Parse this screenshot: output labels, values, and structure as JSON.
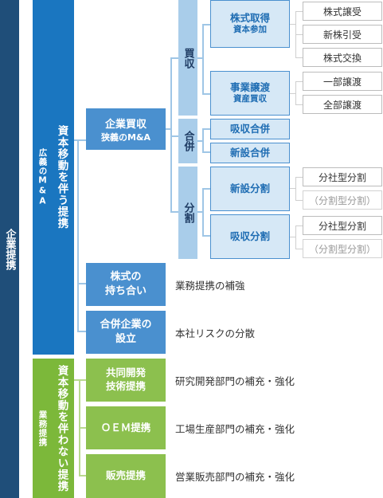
{
  "root": {
    "label": "企業提携"
  },
  "group_a": {
    "main": "資本移動を伴う提携",
    "sub": "広義のM&A"
  },
  "group_b": {
    "main": "資本移動を伴わない提携",
    "sub": "業務提携"
  },
  "ma": {
    "title": "企業買収",
    "subtitle": "狭義のM&A"
  },
  "categories": {
    "buy": "買収",
    "merge": "合併",
    "split": "分割"
  },
  "buy": {
    "stock": {
      "title": "株式取得",
      "subtitle": "資本参加"
    },
    "business": {
      "title": "事業譲渡",
      "subtitle": "資産買収"
    },
    "stock_leaves": [
      "株式譲受",
      "新株引受",
      "株式交換"
    ],
    "business_leaves": [
      "一部譲渡",
      "全部譲渡"
    ]
  },
  "merge": {
    "absorb": "吸収合併",
    "new": "新設合併"
  },
  "split": {
    "new": "新設分割",
    "absorb": "吸収分割",
    "new_leaves": [
      "分社型分割",
      "（分割型分割）"
    ],
    "absorb_leaves": [
      "分社型分割",
      "（分割型分割）"
    ]
  },
  "others_a": [
    {
      "label1": "株式の",
      "label2": "持ち合い",
      "desc": "業務提携の補強"
    },
    {
      "label1": "合併企業の",
      "label2": "設立",
      "desc": "本社リスクの分散"
    }
  ],
  "others_b": [
    {
      "label1": "共同開発",
      "label2": "技術提携",
      "desc": "研究開発部門の補充・強化"
    },
    {
      "label1": "ＯＥＭ提携",
      "label2": "",
      "desc": "工場生産部門の補充・強化"
    },
    {
      "label1": "販売提携",
      "label2": "",
      "desc": "営業販売部門の補充・強化"
    }
  ],
  "colors": {
    "root": "#1f4e79",
    "group_a": "#1a76c0",
    "group_b": "#7cb83a",
    "node": "#4a90cf",
    "green_node": "#8cc04e"
  }
}
